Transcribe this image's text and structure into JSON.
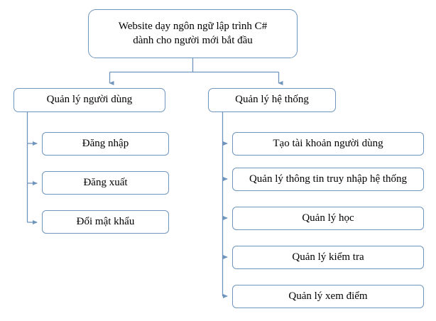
{
  "diagram": {
    "type": "tree-hierarchy",
    "style": {
      "border_color": "#6f95bd",
      "connector_color": "#6f95bd",
      "fill_color": "#ffffff",
      "text_color": "#000000",
      "background": "#ffffff"
    },
    "root": {
      "line1": "Website dạy ngôn ngữ lập trình C#",
      "line2": "dành cho người mới bắt đầu"
    },
    "branches": [
      {
        "label": "Quản lý người dùng",
        "children": [
          {
            "label": "Đăng nhập"
          },
          {
            "label": "Đăng xuất"
          },
          {
            "label": "Đổi mật khẩu"
          }
        ]
      },
      {
        "label": "Quản lý hệ thống",
        "children": [
          {
            "label": "Tạo tài khoản người dùng"
          },
          {
            "label": "Quản lý thông tin truy nhập hệ thống"
          },
          {
            "label": "Quản lý học"
          },
          {
            "label": "Quản lý kiểm tra"
          },
          {
            "label": "Quản lý xem điểm"
          }
        ]
      }
    ]
  }
}
